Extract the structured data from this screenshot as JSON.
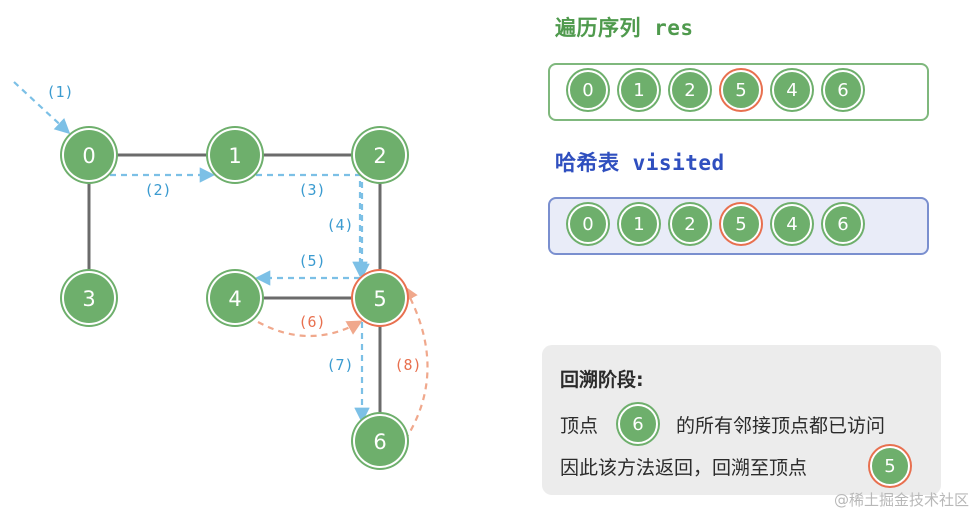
{
  "res": {
    "title": "遍历序列 res",
    "title_color": "#4f9a4d",
    "items": [
      "0",
      "1",
      "2",
      "5",
      "4",
      "6"
    ],
    "highlighted": "5"
  },
  "visited": {
    "title": "哈希表 visited",
    "title_color": "#2f4fbf",
    "items": [
      "0",
      "1",
      "2",
      "5",
      "4",
      "6"
    ],
    "highlighted": "5"
  },
  "graph": {
    "nodes": [
      "0",
      "1",
      "2",
      "3",
      "4",
      "5",
      "6"
    ],
    "current": "5",
    "edges": [
      [
        "0",
        "1"
      ],
      [
        "1",
        "2"
      ],
      [
        "0",
        "3"
      ],
      [
        "2",
        "5"
      ],
      [
        "4",
        "5"
      ],
      [
        "5",
        "6"
      ]
    ],
    "steps": [
      {
        "label": "(1)",
        "color": "#3b9bd0",
        "kind": "forward"
      },
      {
        "label": "(2)",
        "color": "#3b9bd0",
        "kind": "forward"
      },
      {
        "label": "(3)",
        "color": "#3b9bd0",
        "kind": "forward"
      },
      {
        "label": "(4)",
        "color": "#3b9bd0",
        "kind": "forward"
      },
      {
        "label": "(5)",
        "color": "#3b9bd0",
        "kind": "forward"
      },
      {
        "label": "(6)",
        "color": "#e8704f",
        "kind": "backtrack"
      },
      {
        "label": "(7)",
        "color": "#3b9bd0",
        "kind": "forward"
      },
      {
        "label": "(8)",
        "color": "#e8704f",
        "kind": "backtrack"
      }
    ]
  },
  "panel": {
    "title": "回溯阶段:",
    "line1_pre": "顶点",
    "line1_node": "6",
    "line1_post": "的所有邻接顶点都已访问",
    "line2_pre": "因此该方法返回，回溯至顶点",
    "line2_node": "5"
  },
  "colors": {
    "node": "#6eaf6c",
    "highlight": "#e8704f",
    "edge": "#6b6b6b",
    "forward": "#7cc0e6",
    "backtrack": "#f0a88c"
  },
  "watermark": "@稀土掘金技术社区"
}
